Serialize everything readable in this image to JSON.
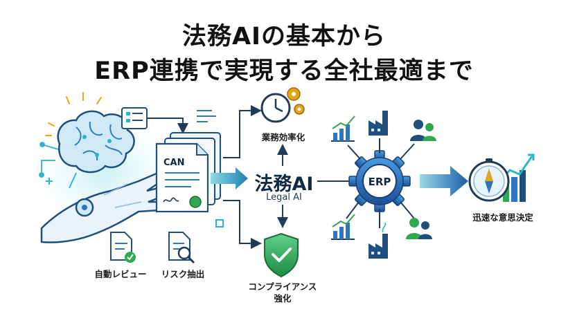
{
  "title": {
    "line1": "法務AIの基本から",
    "line2": "ERP連携で実現する全社最適まで"
  },
  "center": {
    "label_ja": "法務AI",
    "label_en": "Legal AI"
  },
  "document": {
    "header_text": "CAN"
  },
  "erp": {
    "label": "ERP"
  },
  "outcomes": {
    "efficiency": "業務効率化",
    "compliance_line1": "コンプライアンス",
    "compliance_line2": "強化",
    "decision": "迅速な意思決定"
  },
  "features": {
    "auto_review": "自動レビュー",
    "risk_extraction": "リスク抽出"
  },
  "colors": {
    "navy": "#0f2a44",
    "blue": "#2f74c0",
    "teal": "#2bb3c7",
    "green": "#2fa84f",
    "gold": "#e3a61b"
  }
}
